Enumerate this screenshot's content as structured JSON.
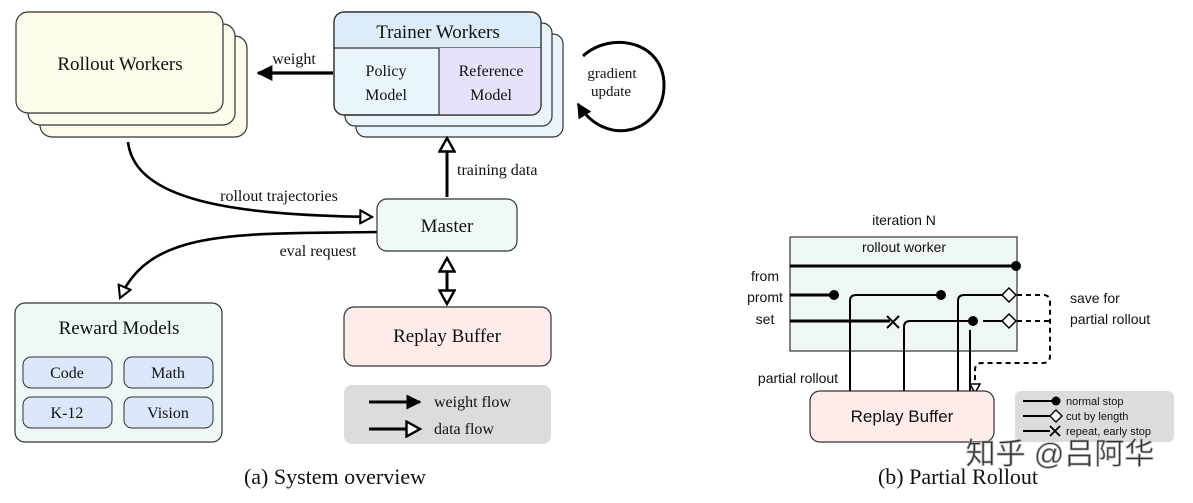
{
  "panel_a": {
    "caption": "(a) System overview",
    "rollout_workers": "Rollout Workers",
    "trainer_workers": "Trainer Workers",
    "policy_model": [
      "Policy",
      "Model"
    ],
    "reference_model": [
      "Reference",
      "Model"
    ],
    "gradient_update": [
      "gradient",
      "update"
    ],
    "weight_label": "weight",
    "training_data_label": "training data",
    "rollout_trajectories_label": "rollout trajectories",
    "eval_request_label": "eval request",
    "master": "Master",
    "replay_buffer": "Replay Buffer",
    "reward_models": "Reward Models",
    "reward_items": [
      "Code",
      "Math",
      "K-12",
      "Vision"
    ],
    "legend": {
      "weight_flow": "weight flow",
      "data_flow": "data flow"
    }
  },
  "panel_b": {
    "caption": "(b) Partial Rollout",
    "iteration": "iteration N",
    "rollout_worker": "rollout worker",
    "from_prompt": [
      "from",
      "promt",
      "set"
    ],
    "save_for": [
      "save for",
      "partial rollout"
    ],
    "partial_rollout": "partial rollout",
    "replay_buffer": "Replay Buffer",
    "legend": {
      "normal_stop": "normal stop",
      "cut_by_length": "cut by length",
      "repeat_early_stop": "repeat, early stop"
    }
  },
  "watermark": "知乎 @吕阿华",
  "colors": {
    "rollout_fill": "#fefbea",
    "trainer_fill": "#eaf5fb",
    "trainer_header": "#dcecf8",
    "reference_fill": "#e5e3fa",
    "master_fill": "#effaf8",
    "replay_fill": "#fdecea",
    "reward_fill": "#eef8f6",
    "reward_item_fill": "#dbe7fb",
    "legend_fill": "#dcdcdc",
    "rollout_worker_fill": "#eef7f5"
  }
}
